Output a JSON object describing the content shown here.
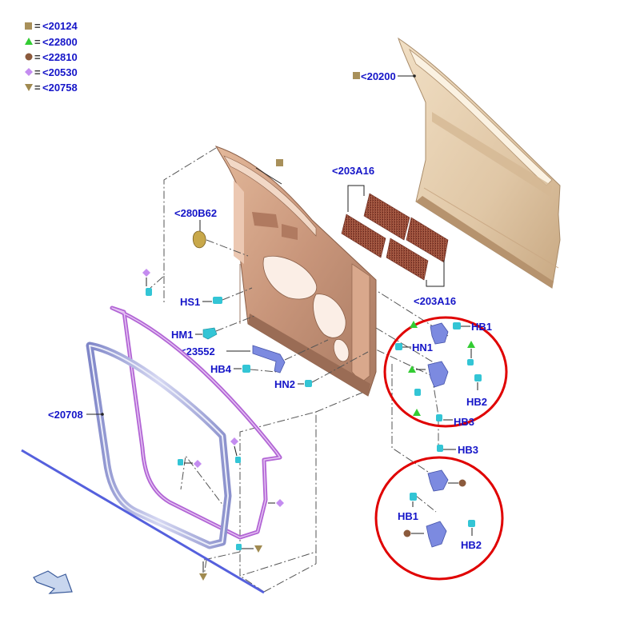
{
  "legend": {
    "items": [
      {
        "shape": "square",
        "color": "#a8905a",
        "eq": "=",
        "code": "<20124"
      },
      {
        "shape": "triangle-up",
        "color": "#33cc33",
        "eq": "=",
        "code": "<22800"
      },
      {
        "shape": "circle",
        "color": "#8b5a3c",
        "eq": "=",
        "code": "<22810"
      },
      {
        "shape": "diamond",
        "color": "#c48cf0",
        "eq": "=",
        "code": "<20530"
      },
      {
        "shape": "triangle-down",
        "color": "#a08a50",
        "eq": "=",
        "code": "<20758"
      }
    ]
  },
  "labels": {
    "outer_panel": "<20200",
    "pad_top": "<203A16",
    "pad_bottom": "<203A16",
    "bracket": "<280B62",
    "hs1": "HS1",
    "hm1": "HM1",
    "check_link": "<23552",
    "hb4": "HB4",
    "hn2": "HN2",
    "weatherstrip": "<20708",
    "hn1": "HN1",
    "hb1_upper": "HB1",
    "hb2_upper": "HB2",
    "hb3_upper": "HB3",
    "hb3_lower": "HB3",
    "hb1_lower": "HB1",
    "hb2_lower": "HB2"
  },
  "colors": {
    "label_text": "#1515c8",
    "door_panel": "#e2c9a8",
    "inner_frame": "#c99a7a",
    "seal_purple": "#a455c8",
    "seal_blue": "#9aa0d8",
    "fastener_cyan": "#33c5d5",
    "hinge_blue": "#7c8ae0",
    "highlight_red": "#e00000",
    "sill_line": "#5560dd"
  },
  "icons": {
    "direction_arrow": "arrow-icon"
  }
}
